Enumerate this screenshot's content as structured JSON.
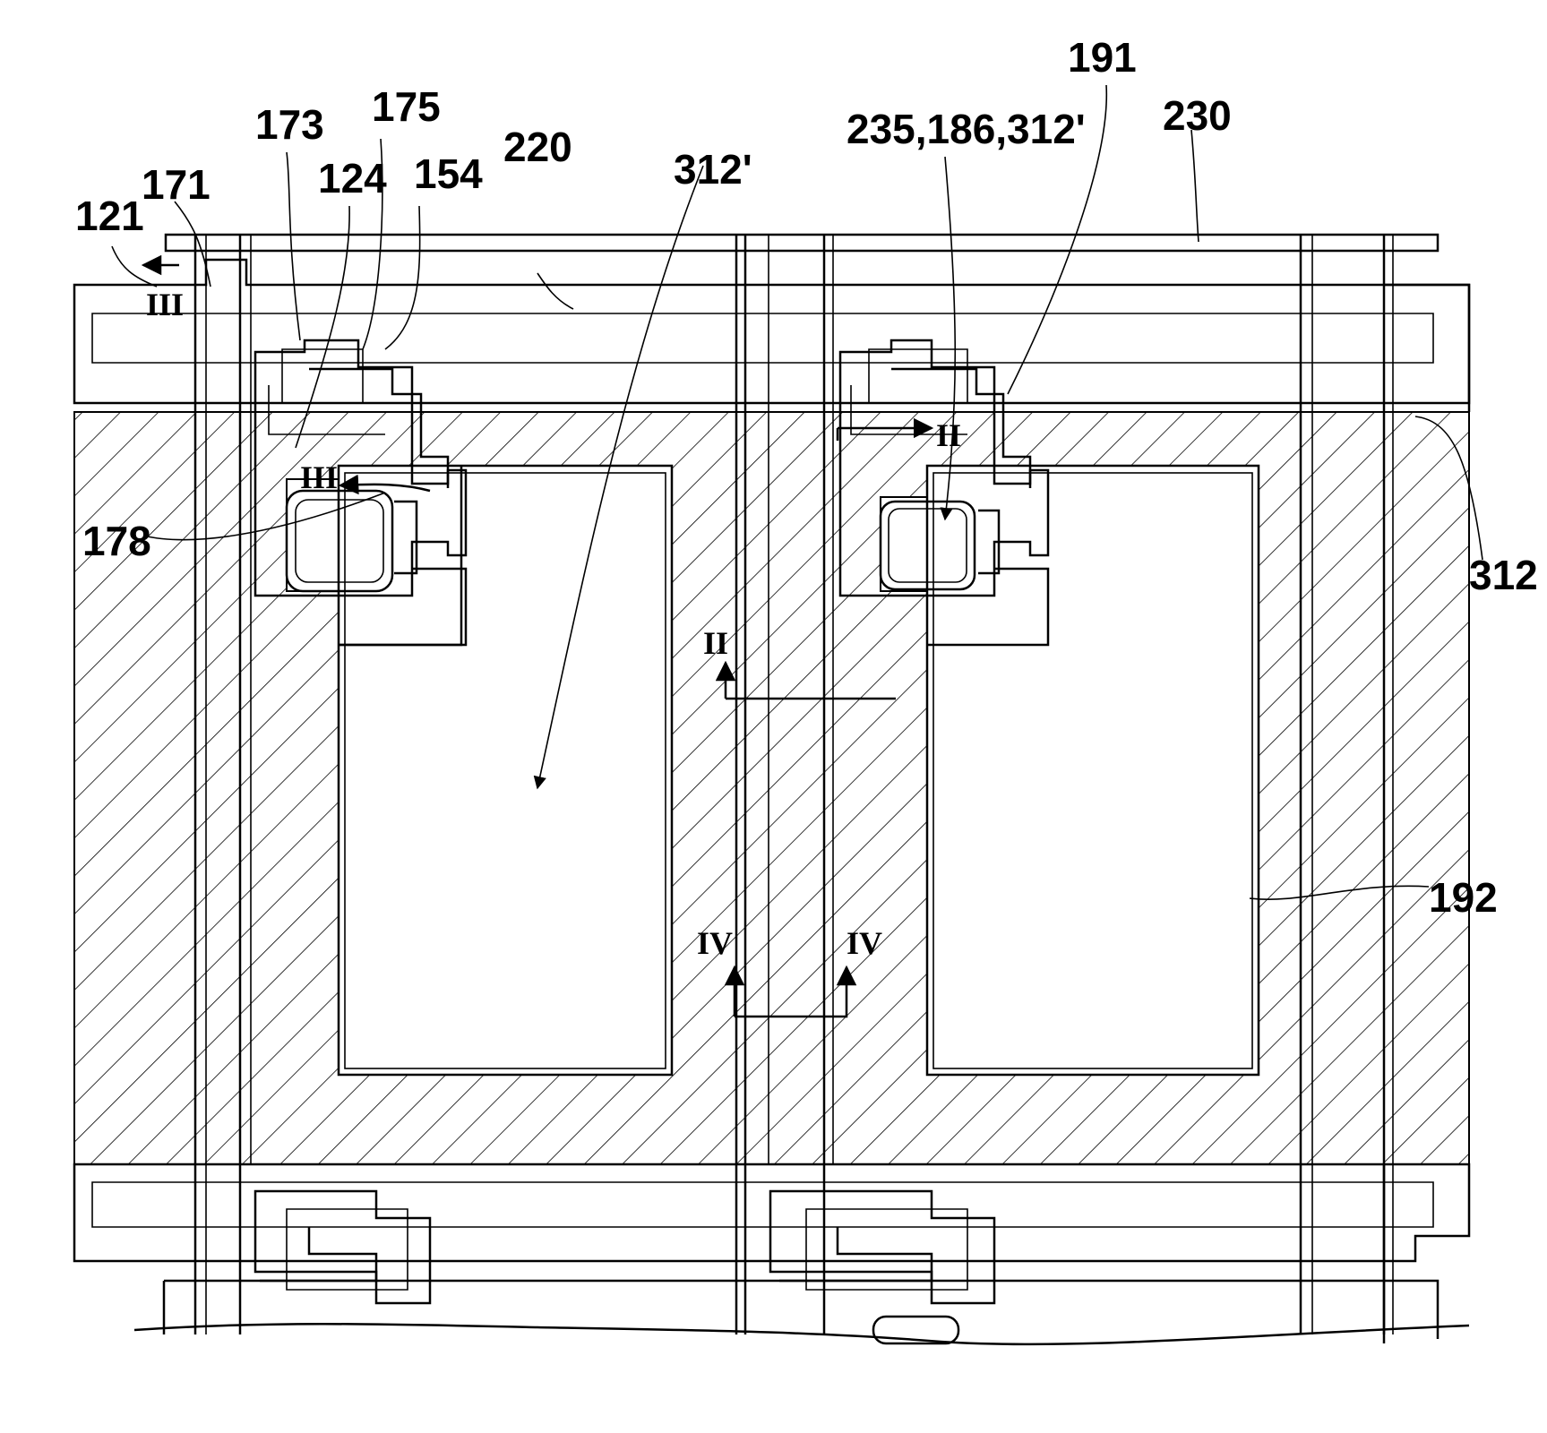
{
  "diagram": {
    "labels": {
      "l121": "121",
      "l171": "171",
      "l173": "173",
      "l124": "124",
      "l175": "175",
      "l154": "154",
      "l220": "220",
      "l312p": "312'",
      "l235": "235,186,312'",
      "l191": "191",
      "l230": "230",
      "l312": "312",
      "l178": "178",
      "l192": "192"
    },
    "section_marks": {
      "iii_top": "III",
      "iii_mid": "III",
      "ii_top": "II",
      "ii_mid": "II",
      "iv_left": "IV",
      "iv_right": "IV"
    },
    "colors": {
      "line": "#000000",
      "background": "#ffffff",
      "hatch": "#000000"
    }
  }
}
